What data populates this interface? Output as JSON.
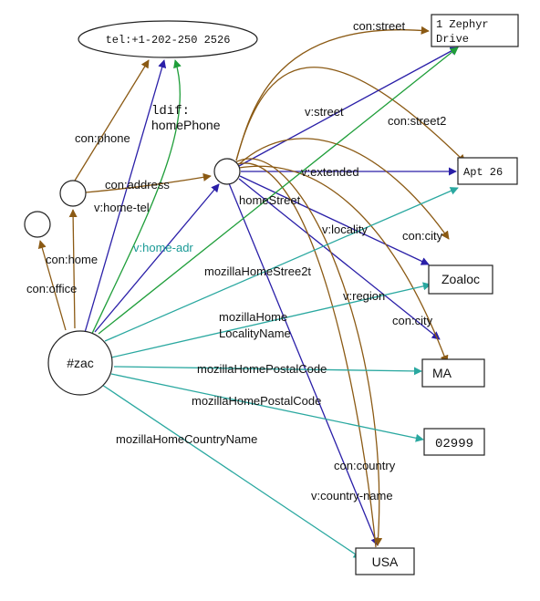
{
  "colors": {
    "brown": "#8b5a14",
    "blue": "#2a1fa8",
    "green": "#1f9e3a",
    "teal": "#2aa8a0"
  },
  "nodes": {
    "zac": "#zac",
    "tel": "tel:+1-202-250 2526",
    "street_l1": "1 Zephyr",
    "street_l2": "Drive",
    "apt": "Apt 26",
    "city": "Zoaloc",
    "state": "MA",
    "zip": "02999",
    "country": "USA"
  },
  "edge_labels": {
    "con_street": "con:street",
    "con_street2": "con:street2",
    "v_street": "v:street",
    "v_extended": "v:extended",
    "con_phone": "con:phone",
    "ldif_1": "ldif:",
    "ldif_2": "homePhone",
    "con_address": "con:address",
    "v_home_tel": "v:home-tel",
    "home_street": "homeStreet",
    "v_locality": "v:locality",
    "con_city_1": "con:city",
    "con_home": "con:home",
    "v_home_adr": "v:home-adr",
    "moz_street2": "mozillaHomeStree2t",
    "con_office": "con:office",
    "v_region": "v:region",
    "moz_loc_1": "mozillaHome",
    "moz_loc_2": "LocalityName",
    "con_city_2": "con:city",
    "moz_postal_1": "mozillaHomePostalCode",
    "moz_postal_2": "mozillaHomePostalCode",
    "moz_country": "mozillaHomeCountryName",
    "con_country": "con:country",
    "v_country_name": "v:country-name"
  }
}
